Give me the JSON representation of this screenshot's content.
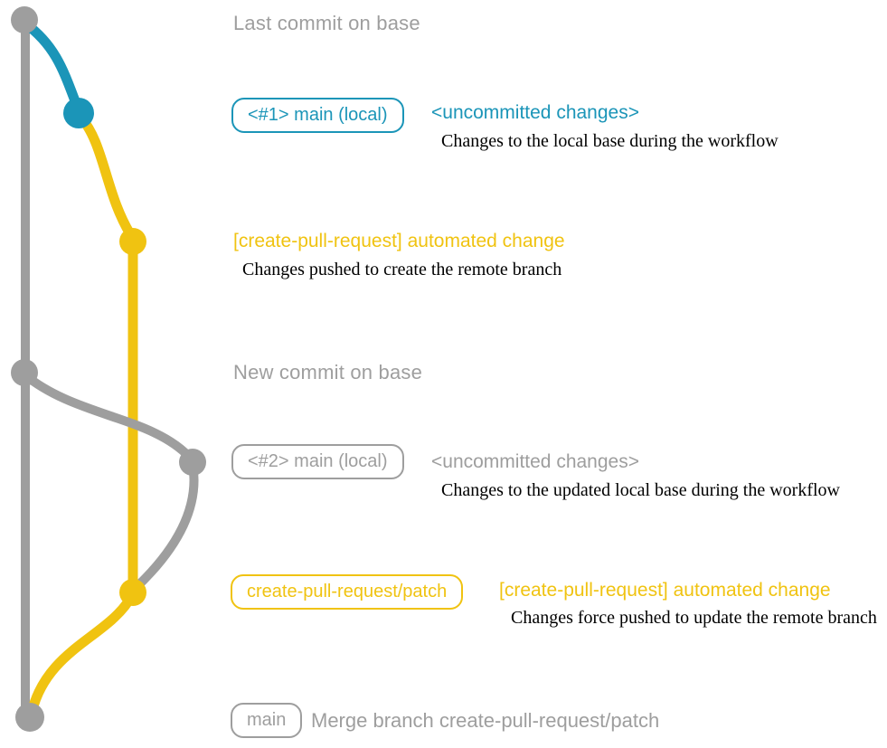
{
  "colors": {
    "gray": "#9e9e9e",
    "blue": "#1b95b8",
    "yellow": "#f0c311",
    "ink": "#000000"
  },
  "graph": {
    "branches": [
      {
        "name": "base-branch",
        "color": "#9e9e9e"
      },
      {
        "name": "local-main-uncommitted",
        "color": "#1b95b8"
      },
      {
        "name": "create-pull-request-patch",
        "color": "#f0c311"
      }
    ],
    "commit_nodes": [
      {
        "name": "last-commit-on-base",
        "color": "#9e9e9e"
      },
      {
        "name": "uncommitted-changes-1",
        "color": "#1b95b8"
      },
      {
        "name": "automated-change-1",
        "color": "#f0c311"
      },
      {
        "name": "new-commit-on-base",
        "color": "#9e9e9e"
      },
      {
        "name": "uncommitted-changes-2",
        "color": "#9e9e9e"
      },
      {
        "name": "automated-change-2",
        "color": "#f0c311"
      },
      {
        "name": "merge-commit",
        "color": "#9e9e9e"
      }
    ]
  },
  "sections": {
    "s1": {
      "header": "Last commit on base"
    },
    "s2": {
      "badge": "<#1> main (local)",
      "title": "<uncommitted changes>",
      "desc": "Changes to the local base during the workflow"
    },
    "s3": {
      "title": "[create-pull-request] automated change",
      "desc": "Changes pushed to create the remote branch"
    },
    "s4": {
      "header": "New commit on base"
    },
    "s5": {
      "badge": "<#2> main (local)",
      "title": "<uncommitted changes>",
      "desc": "Changes to the updated local base during the workflow"
    },
    "s6": {
      "badge": "create-pull-request/patch",
      "title": "[create-pull-request] automated change",
      "desc": "Changes force pushed to update the remote branch"
    },
    "s7": {
      "badge": "main",
      "text": "Merge branch create-pull-request/patch"
    }
  }
}
